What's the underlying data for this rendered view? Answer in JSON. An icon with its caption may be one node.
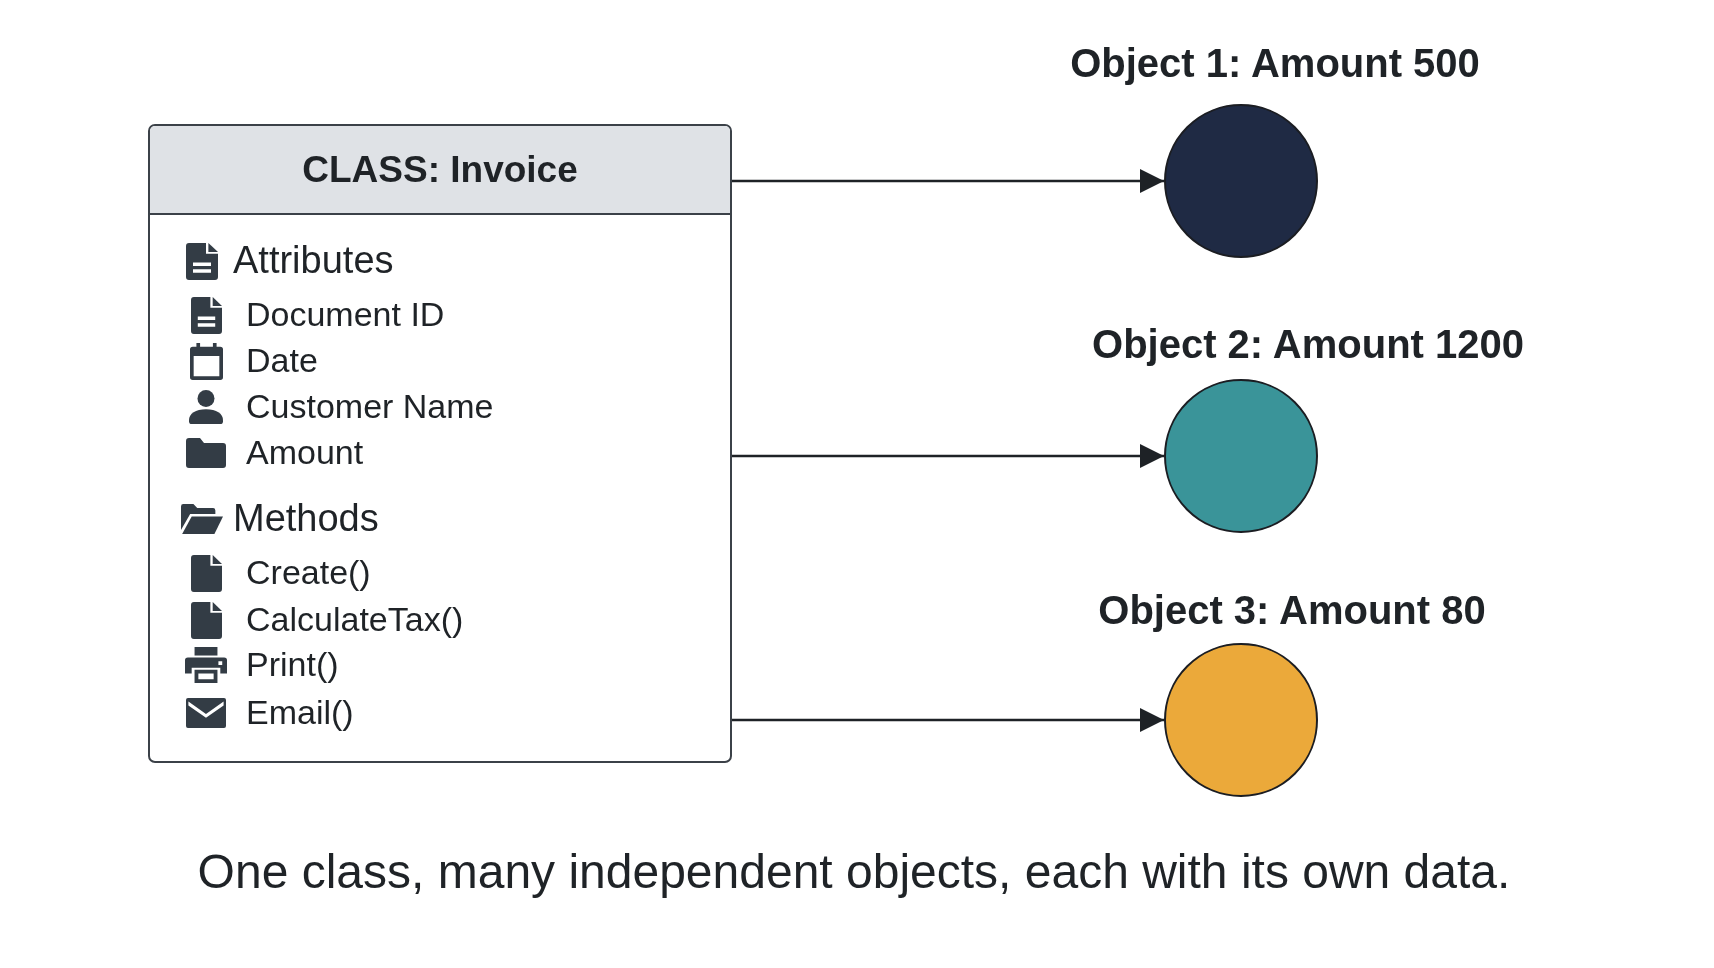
{
  "diagram": {
    "caption": "One class, many independent objects, each with its own data.",
    "nodes": [
      {
        "text": [
          "CLASS: Invoice",
          "Attributes",
          "Document ID",
          "Date",
          "Customer Name",
          "Amount",
          "Methods",
          "Create()",
          "CalculateTax()",
          "Print()",
          "Email()"
        ]
      },
      {
        "text": [
          "Object 1: Amount 500"
        ]
      },
      {
        "text": [
          "Object 2: Amount 1200"
        ]
      },
      {
        "text": [
          "Object 3: Amount 80"
        ]
      }
    ],
    "edges": [
      {
        "from": 0,
        "to": 1,
        "arrow": "to"
      },
      {
        "from": 0,
        "to": 2,
        "arrow": "to"
      },
      {
        "from": 0,
        "to": 3,
        "arrow": "to"
      }
    ]
  }
}
